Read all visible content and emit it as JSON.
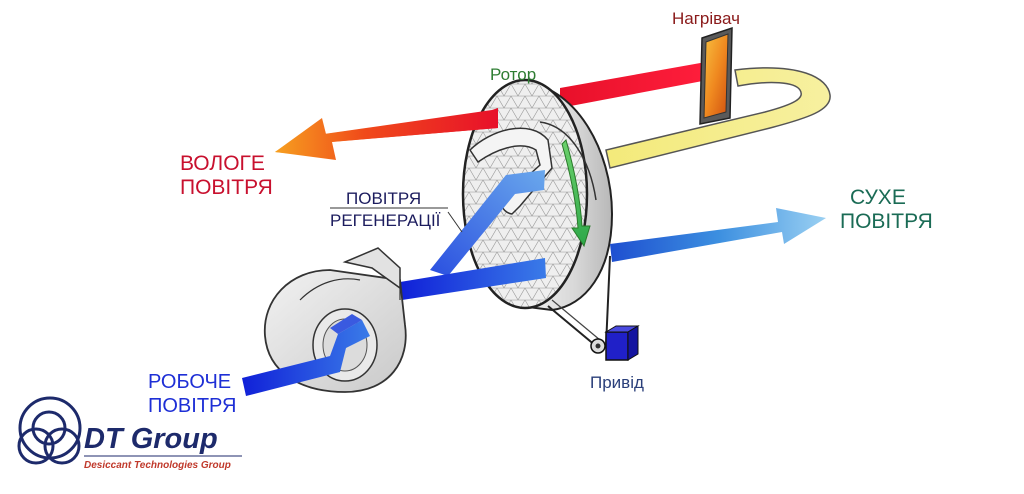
{
  "labels": {
    "rotor": "Ротор",
    "heater": "Нагрівач",
    "wet_air_line1": "ВОЛОГЕ",
    "wet_air_line2": "ПОВІТРЯ",
    "regen_air_line1": "ПОВІТРЯ",
    "regen_air_line2": "РЕГЕНЕРАЦІЇ",
    "dry_air_line1": "СУХЕ",
    "dry_air_line2": "ПОВІТРЯ",
    "process_air_line1": "РОБОЧЕ",
    "process_air_line2": "ПОВІТРЯ",
    "drive": "Привід"
  },
  "logo": {
    "name": "DT Group",
    "tagline": "Desiccant Technologies Group"
  },
  "colors": {
    "wet_air": "#c8102e",
    "regen_air": "#1c1c5e",
    "dry_air": "#1a6b55",
    "process_air": "#1e2fd6",
    "rotor_label": "#2e7d32",
    "drive_label": "#2a3f7a",
    "logo_blue": "#1d2a6b",
    "logo_red": "#c0392b"
  }
}
